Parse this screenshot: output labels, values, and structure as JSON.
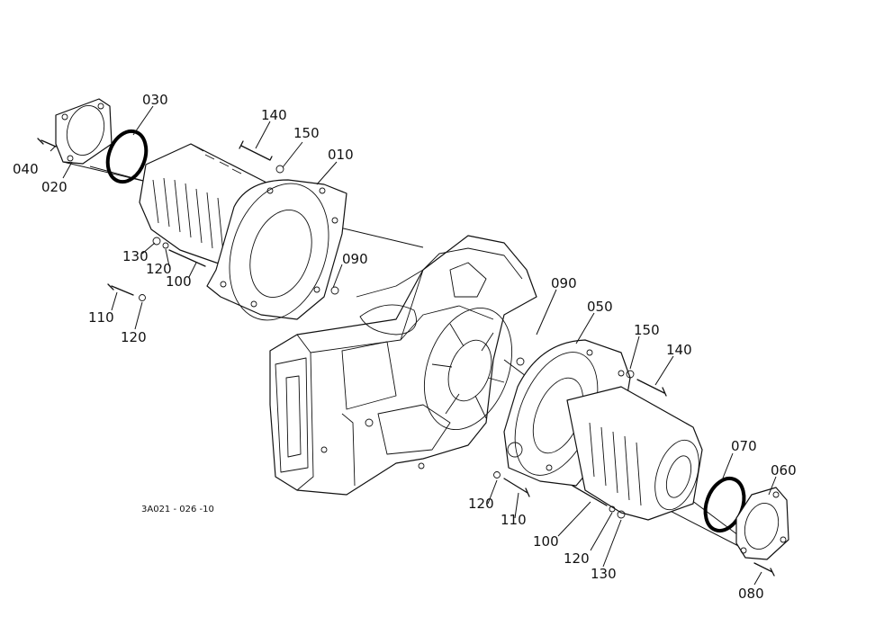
{
  "drawing_code": "3A021 - 026 -10",
  "callouts": [
    {
      "id": "c030",
      "text": "030"
    },
    {
      "id": "c140a",
      "text": "140"
    },
    {
      "id": "c150a",
      "text": "150"
    },
    {
      "id": "c010",
      "text": "010"
    },
    {
      "id": "c040",
      "text": "040"
    },
    {
      "id": "c020",
      "text": "020"
    },
    {
      "id": "c130a",
      "text": "130"
    },
    {
      "id": "c120a",
      "text": "120"
    },
    {
      "id": "c100a",
      "text": "100"
    },
    {
      "id": "c090a",
      "text": "090"
    },
    {
      "id": "c110a",
      "text": "110"
    },
    {
      "id": "c120b",
      "text": "120"
    },
    {
      "id": "c090b",
      "text": "090"
    },
    {
      "id": "c050",
      "text": "050"
    },
    {
      "id": "c150b",
      "text": "150"
    },
    {
      "id": "c140b",
      "text": "140"
    },
    {
      "id": "c070",
      "text": "070"
    },
    {
      "id": "c060",
      "text": "060"
    },
    {
      "id": "c120c",
      "text": "120"
    },
    {
      "id": "c110b",
      "text": "110"
    },
    {
      "id": "c100b",
      "text": "100"
    },
    {
      "id": "c120d",
      "text": "120"
    },
    {
      "id": "c130b",
      "text": "130"
    },
    {
      "id": "c080",
      "text": "080"
    }
  ]
}
